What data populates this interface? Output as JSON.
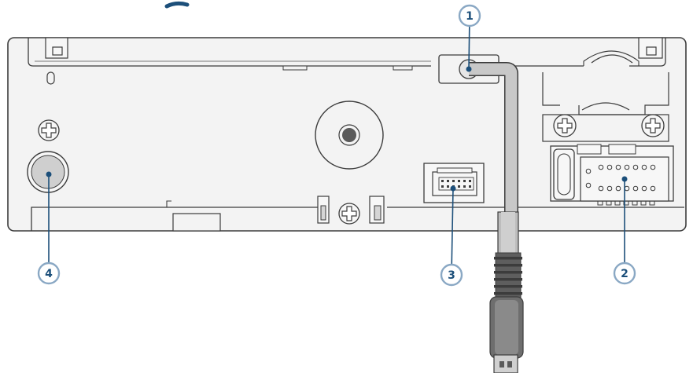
{
  "callouts": [
    {
      "id": "1",
      "label": "1"
    },
    {
      "id": "2",
      "label": "2"
    },
    {
      "id": "3",
      "label": "3"
    },
    {
      "id": "4",
      "label": "4"
    }
  ],
  "colors": {
    "accent": "#1c4f7a",
    "panel_stroke": "#3c3c3c",
    "panel_fill": "#f3f3f3",
    "cable_fill": "#c8c8c8",
    "connector_dark": "#5e5e5e",
    "knob_fill": "#cfcfcf"
  }
}
